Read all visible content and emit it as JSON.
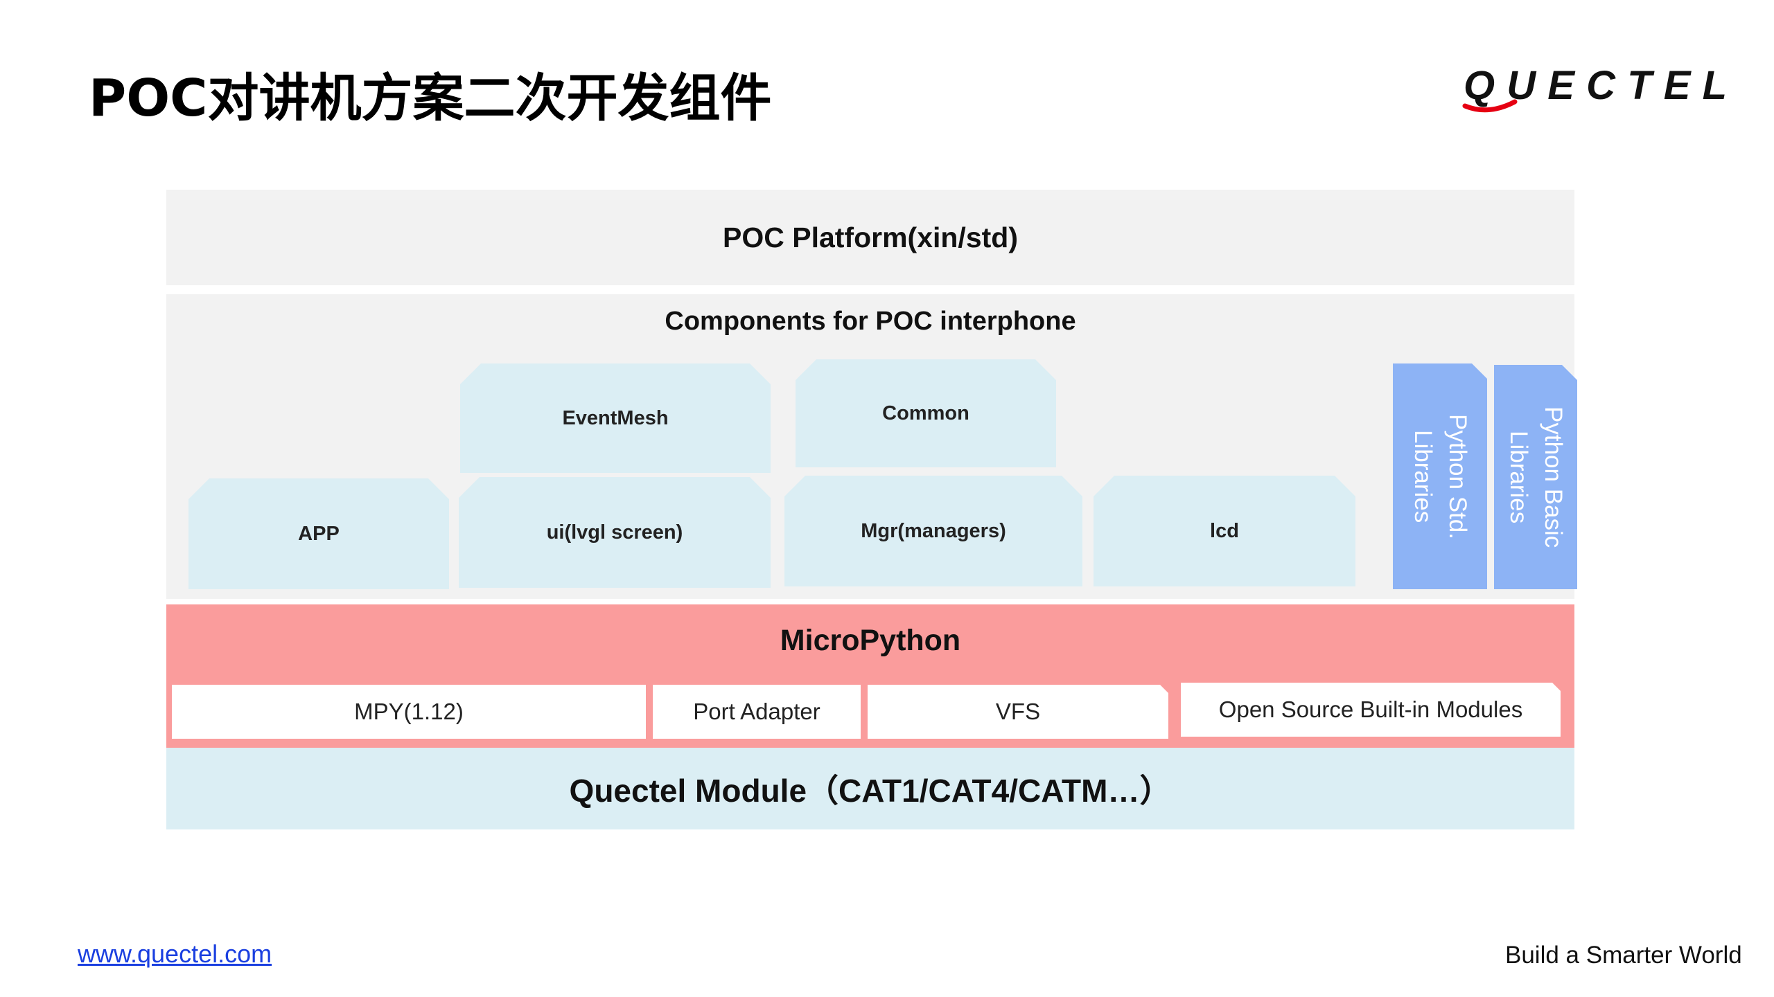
{
  "slide": {
    "title": "POC对讲机方案二次开发组件",
    "logo_text": "QUECTEL",
    "footer_url": "www.quectel.com",
    "slogan": "Build a Smarter World"
  },
  "diagram": {
    "platform": "POC Platform(xin/std)",
    "components_title": "Components for POC interphone",
    "components": {
      "eventmesh": "EventMesh",
      "common": "Common",
      "app": "APP",
      "ui": "ui(lvgl screen)",
      "mgr": "Mgr(managers)",
      "lcd": "lcd"
    },
    "libraries": {
      "std": "Python Std.\nLibraries",
      "basic": "Python Basic\nLibraries"
    },
    "micropython": {
      "title": "MicroPython",
      "mpy": "MPY(1.12)",
      "port": "Port Adapter",
      "vfs": "VFS",
      "modules": "Open Source Built-in Modules"
    },
    "module": "Quectel Module（CAT1/CAT4/CATM…）"
  },
  "colors": {
    "panel": "#f2f2f2",
    "component": "#dbeef4",
    "library": "#8db3f5",
    "micropython": "#fa9c9c",
    "module": "#dbeef4",
    "logo_red": "#e60012"
  }
}
